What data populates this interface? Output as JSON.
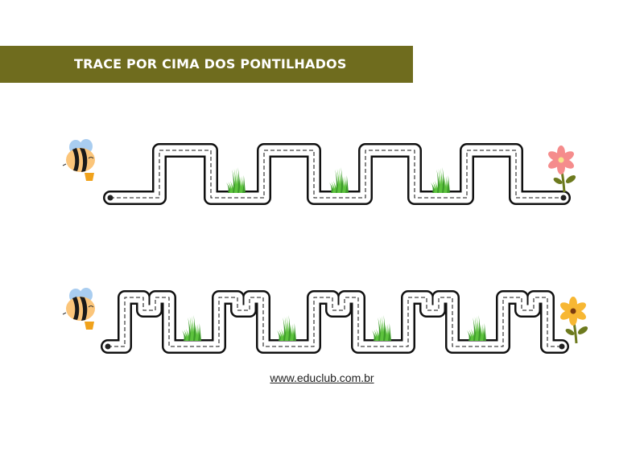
{
  "header": {
    "title": "TRACE POR CIMA DOS PONTILHADOS"
  },
  "footer": {
    "url": "www.educlub.com.br"
  },
  "colors": {
    "banner": "#6f6c1e",
    "grass": "#4caf32",
    "bee_body": "#fbc57a",
    "bee_wings": "#a9cdf0",
    "flower_pink": "#f58c8c",
    "flower_yellow": "#f7b733",
    "stem": "#6d7a1e"
  },
  "exercises": [
    {
      "name": "wave-path",
      "start": "bee",
      "end": "pink-flower"
    },
    {
      "name": "notched-path",
      "start": "bee",
      "end": "yellow-flower"
    }
  ]
}
